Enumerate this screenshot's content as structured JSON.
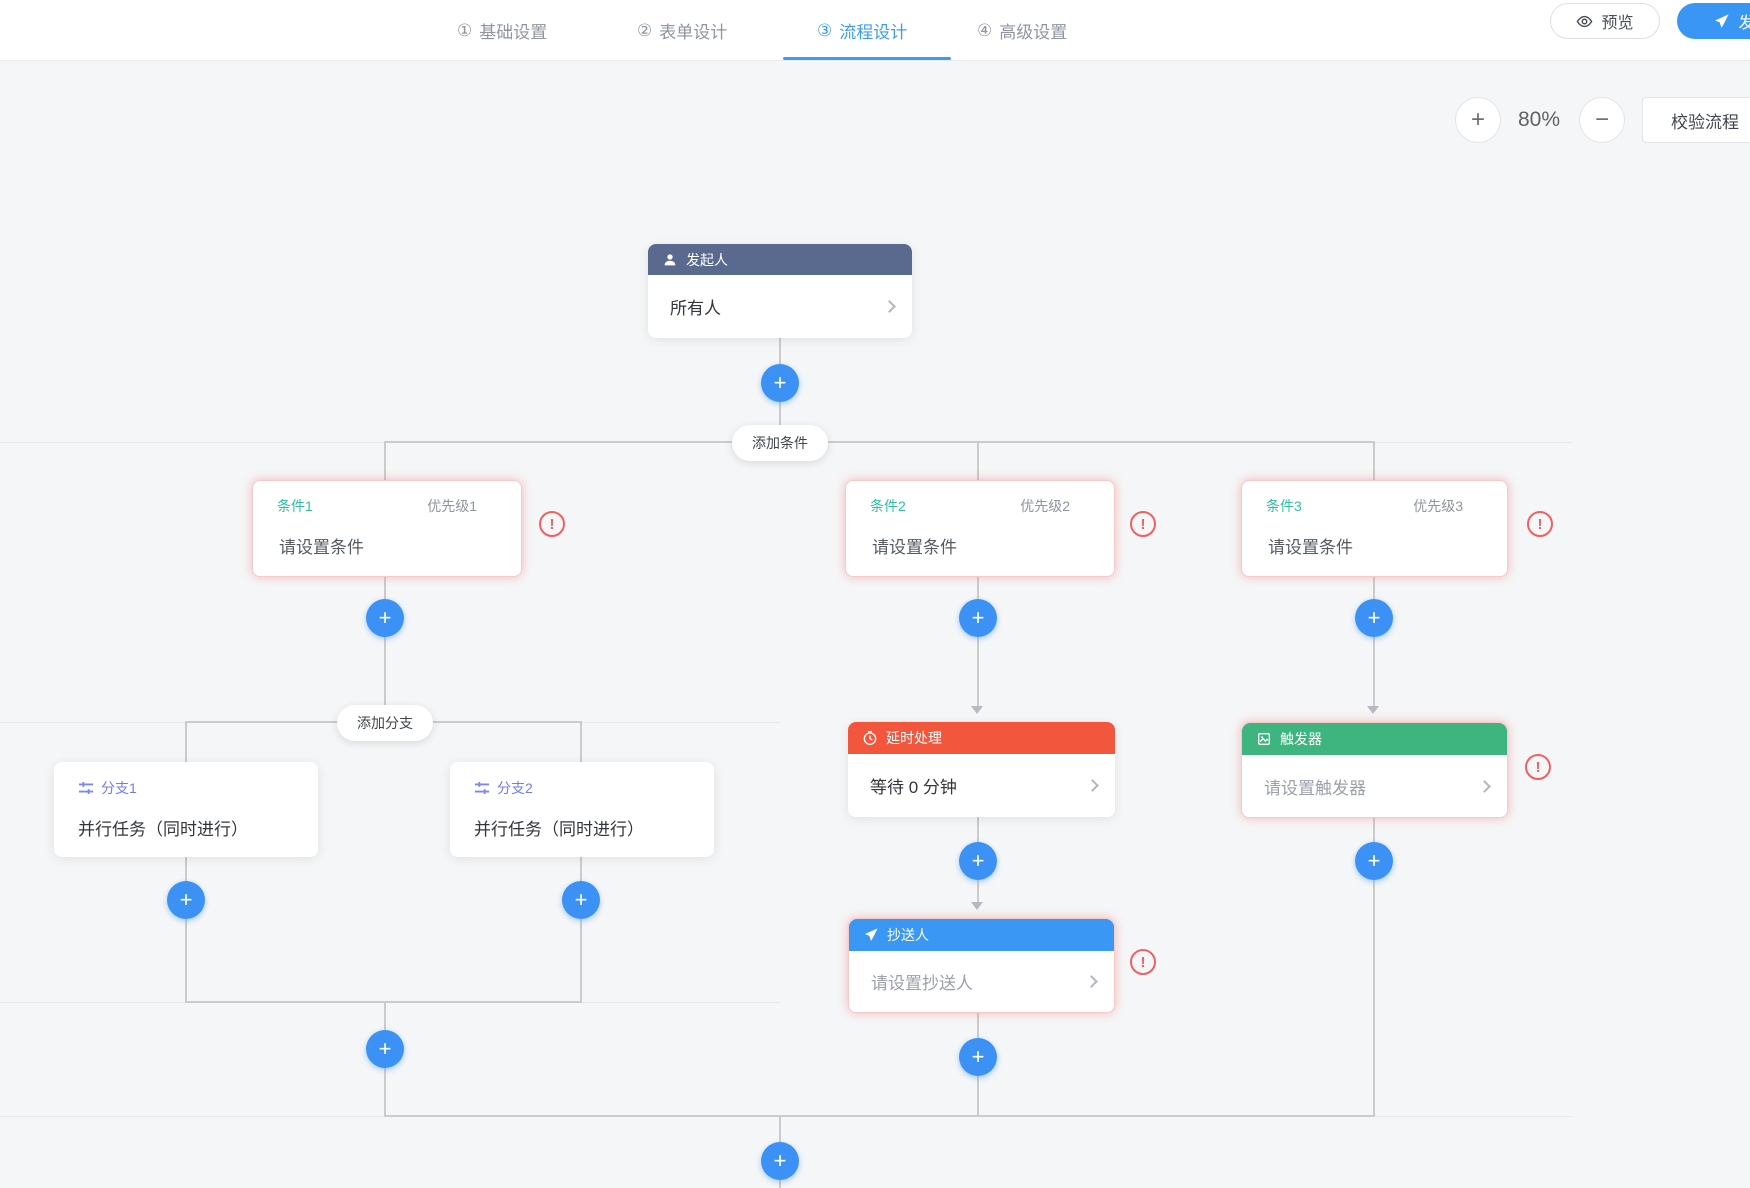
{
  "nav": {
    "steps": [
      {
        "num": "①",
        "label": "基础设置"
      },
      {
        "num": "②",
        "label": "表单设计"
      },
      {
        "num": "③",
        "label": "流程设计"
      },
      {
        "num": "④",
        "label": "高级设置"
      }
    ],
    "active_step": "流程设计",
    "preview_label": "预览",
    "publish_label": "发布"
  },
  "toolbar": {
    "zoom_in": "+",
    "zoom_level": "80%",
    "zoom_out": "−",
    "validate_label": "校验流程"
  },
  "flow": {
    "initiator": {
      "title": "发起人",
      "value": "所有人"
    },
    "add_condition_label": "添加条件",
    "add_branch_label": "添加分支",
    "conditions": [
      {
        "title": "条件1",
        "priority": "优先级1",
        "body": "请设置条件"
      },
      {
        "title": "条件2",
        "priority": "优先级2",
        "body": "请设置条件"
      },
      {
        "title": "条件3",
        "priority": "优先级3",
        "body": "请设置条件"
      }
    ],
    "branches": [
      {
        "title": "分支1",
        "body": "并行任务（同时进行）"
      },
      {
        "title": "分支2",
        "body": "并行任务（同时进行）"
      }
    ],
    "delay": {
      "title": "延时处理",
      "body": "等待 0 分钟"
    },
    "cc": {
      "title": "抄送人",
      "body": "请设置抄送人"
    },
    "trigger": {
      "title": "触发器",
      "body": "请设置触发器"
    },
    "plus": "+",
    "warning": "!"
  },
  "colors": {
    "active_tab": "#3b9cf7",
    "publish_button": "#3a96f5",
    "plus_button": "#3c92f4",
    "initiator_header": "#5a6a8f",
    "delay_header": "#f2573d",
    "cc_header": "#3b97f4",
    "trigger_header": "#3eb57e",
    "condition_title": "#2ebfa3",
    "branch_title": "#6f7cf0",
    "error": "#f35f5f",
    "canvas_bg": "#f5f6f7"
  }
}
